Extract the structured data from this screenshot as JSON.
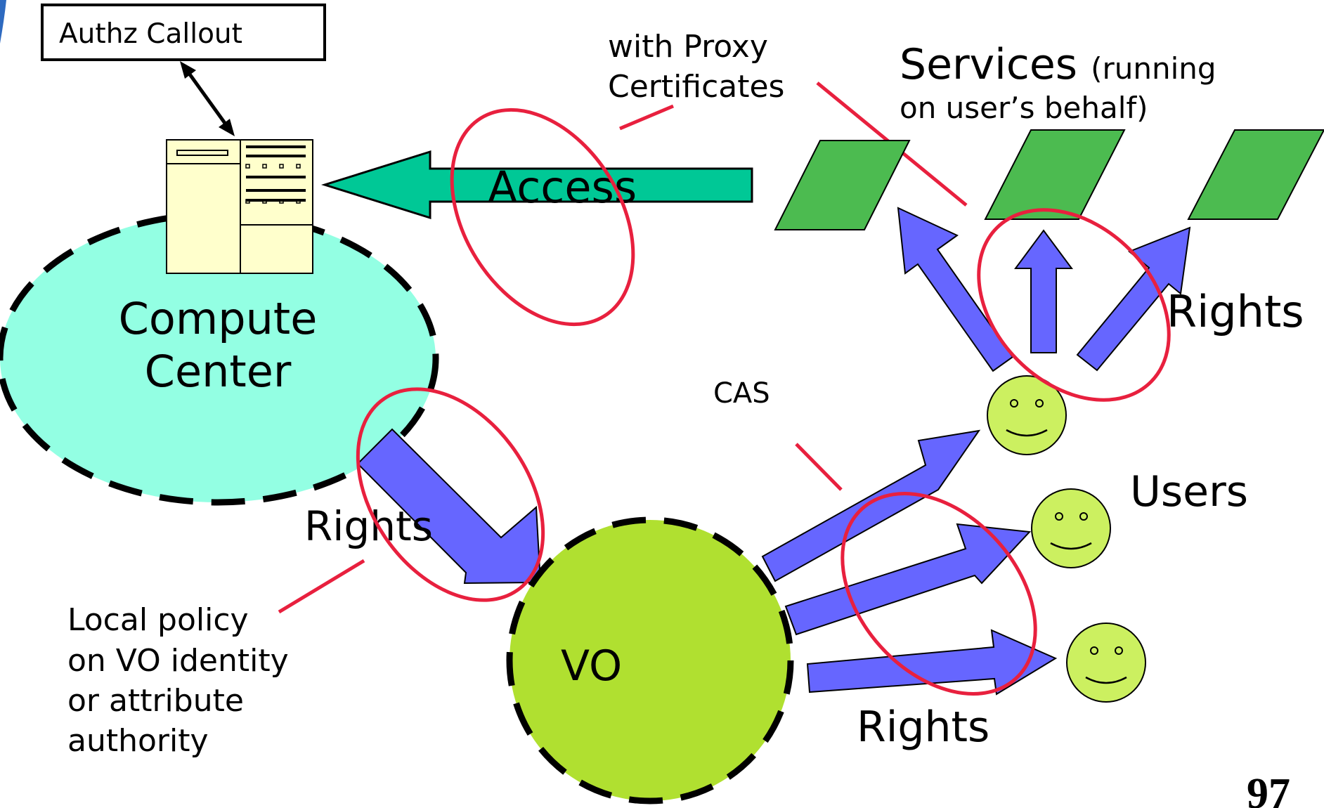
{
  "authz_callout": "Authz Callout",
  "compute_center": {
    "line1": "Compute",
    "line2": "Center"
  },
  "access_label": "Access",
  "proxy_note": {
    "line1": "with Proxy",
    "line2": "Certificates"
  },
  "services": {
    "title": "Services",
    "paren1": "(running",
    "paren2": "on user’s behalf)"
  },
  "rights_services": "Rights",
  "cas_label": "CAS",
  "users_label": "Users",
  "rights_center": "Rights",
  "rights_vo": "Rights",
  "vo_label": "VO",
  "policy_note": {
    "line1": "Local policy",
    "line2": "on VO identity",
    "line3": "or attribute",
    "line4": "authority"
  },
  "page_number": "97",
  "colors": {
    "compute_center_fill": "#93FFE3",
    "vo_fill": "#B0E030",
    "service_fill": "#4CBB50",
    "arrow_fill": "#6666FF",
    "access_arrow_fill": "#00C896",
    "highlight_ring": "#E8203E",
    "user_face_fill": "#CCF060",
    "server_fill": "#FFFFCC"
  }
}
